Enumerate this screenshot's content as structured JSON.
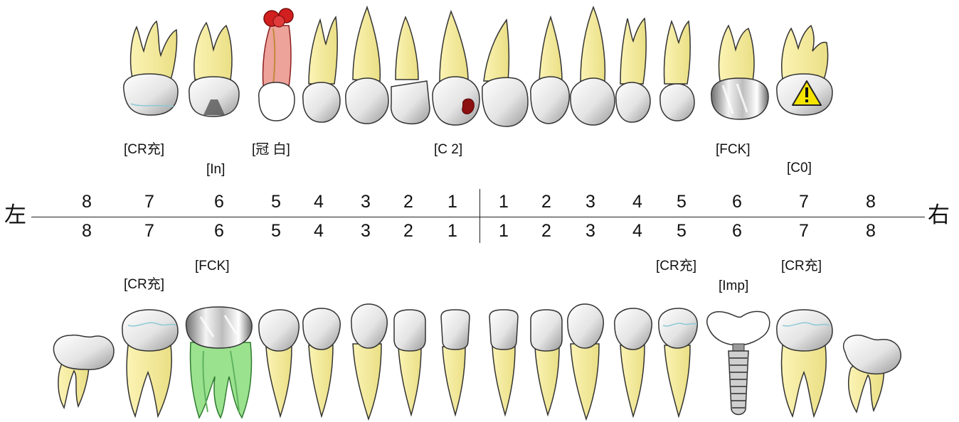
{
  "chart": {
    "left_side_label": "左",
    "right_side_label": "右",
    "upper_numbers": [
      "8",
      "7",
      "6",
      "5",
      "4",
      "3",
      "2",
      "1",
      "1",
      "2",
      "3",
      "4",
      "5",
      "6",
      "7",
      "8"
    ],
    "lower_numbers": [
      "8",
      "7",
      "6",
      "5",
      "4",
      "3",
      "2",
      "1",
      "1",
      "2",
      "3",
      "4",
      "5",
      "6",
      "7",
      "8"
    ]
  },
  "upper_annotations": [
    {
      "id": "u7l",
      "text": "[CR充]"
    },
    {
      "id": "u6l",
      "text": "[In]"
    },
    {
      "id": "u5l",
      "text": "[冠 白]"
    },
    {
      "id": "u1l",
      "text": "[C 2]"
    },
    {
      "id": "u6r",
      "text": "[FCK]"
    },
    {
      "id": "u7r",
      "text": "[C0]"
    }
  ],
  "lower_annotations": [
    {
      "id": "l7l",
      "text": "[CR充]"
    },
    {
      "id": "l6l",
      "text": "[FCK]"
    },
    {
      "id": "l5r",
      "text": "[CR充]"
    },
    {
      "id": "l6r",
      "text": "[Imp]"
    },
    {
      "id": "l7r",
      "text": "[CR充]"
    }
  ],
  "colors": {
    "root": "#f4eb9c",
    "crown": "#ececec",
    "outline": "#333333",
    "caries_red": "#c81e1e",
    "root_canal_green": "#9be28f",
    "warning_yellow": "#f5e400"
  },
  "icons": {
    "warning": "warning-icon"
  }
}
